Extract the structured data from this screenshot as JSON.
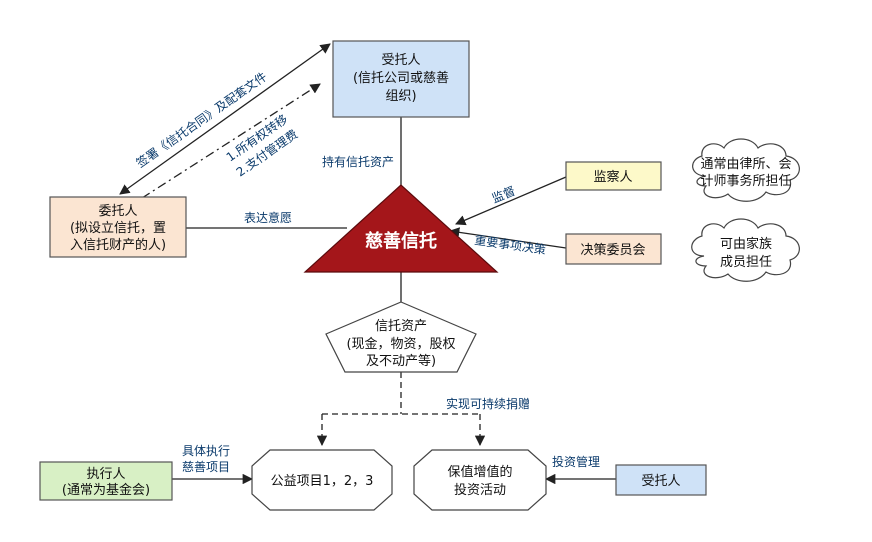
{
  "nodes": {
    "trustee_top": {
      "lines": [
        "受托人",
        "(信托公司或慈善",
        "组织)"
      ]
    },
    "settlor": {
      "lines": [
        "委托人",
        "(拟设立信托，置",
        "入信托财产的人)"
      ]
    },
    "charity_trust": {
      "label": "慈善信托"
    },
    "supervisor": {
      "label": "监察人"
    },
    "committee": {
      "label": "决策委员会"
    },
    "cloud_supervisor": {
      "lines": [
        "通常由律所、会",
        "计师事务所担任"
      ]
    },
    "cloud_committee": {
      "lines": [
        "可由家族",
        "成员担任"
      ]
    },
    "trust_assets": {
      "lines": [
        "信托资产",
        "(现金，物资，股权",
        "及不动产等)"
      ]
    },
    "executor": {
      "lines": [
        "执行人",
        "(通常为基金会)"
      ]
    },
    "public_projects": {
      "label": "公益项目1，2，3"
    },
    "investment": {
      "lines": [
        "保值增值的",
        "投资活动"
      ]
    },
    "trustee_bottom": {
      "label": "受托人"
    }
  },
  "edges": {
    "sign_contract": "签署《信托合同》及配套文件",
    "ownership_transfer": "1.所有权转移",
    "pay_fee": "2.支付管理费",
    "hold_assets": "持有信托资产",
    "express_wish": "表达意愿",
    "supervise": "监督",
    "major_decisions": "重要事项决策",
    "sustainable_donation": "实现可持续捐赠",
    "execute_projects": [
      "具体执行",
      "慈善项目"
    ],
    "invest_management": "投资管理"
  },
  "colors": {
    "blue_fill": "#cfe2f7",
    "orange_fill": "#fbe5d2",
    "yellow_fill": "#fdf9c9",
    "green_fill": "#d8f0c5",
    "trust_fill": "#a4161a"
  }
}
